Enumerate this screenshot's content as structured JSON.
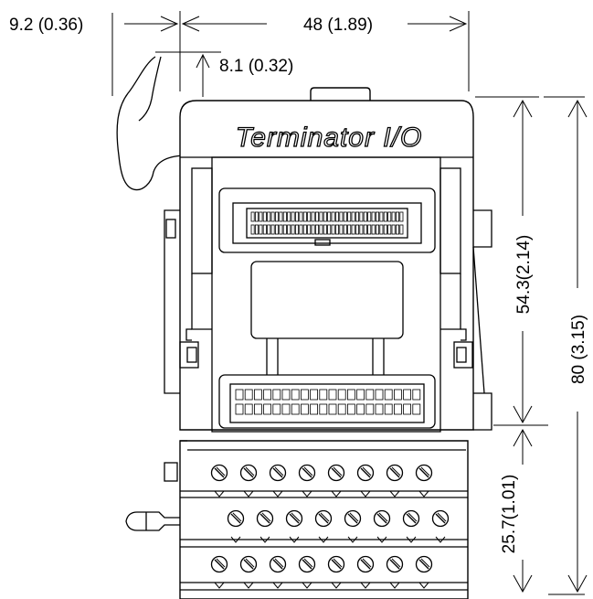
{
  "diagram": {
    "logo": "Terminator I/O",
    "dimensions": {
      "top_width": "48 (1.89)",
      "left_offset": "9.2 (0.36)",
      "latch_height": "8.1 (0.32)",
      "upper_height": "54.3(2.14)",
      "overall_height": "80 (3.15)",
      "lower_height": "25.7(1.01)"
    },
    "terminal_rows": [
      8,
      8,
      8
    ]
  }
}
